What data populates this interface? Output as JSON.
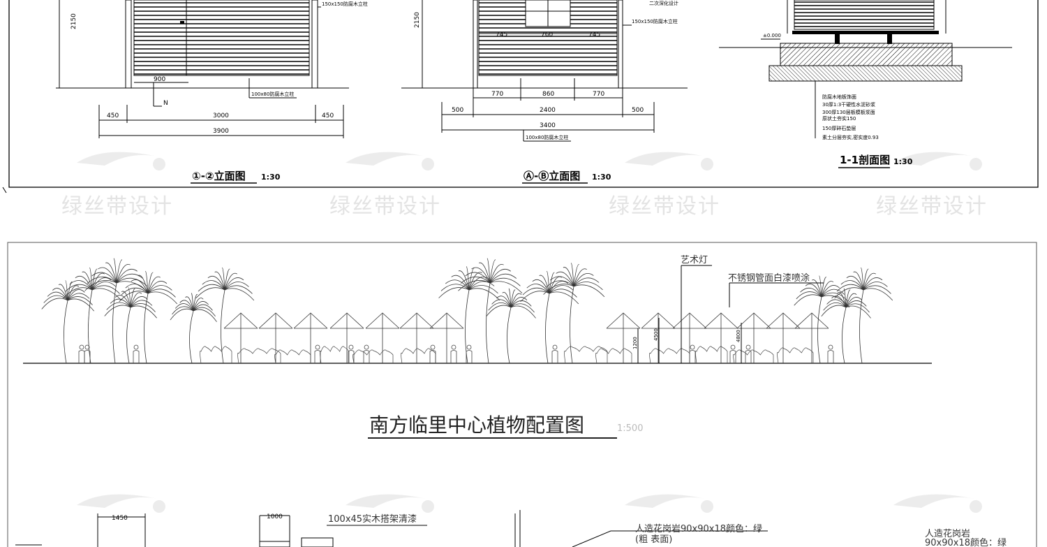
{
  "elevation_12": {
    "height_2150": "2150",
    "timber_150": "150x150防腐木立柱",
    "dim_900": "900",
    "post_100": "100x80防腐木立柱",
    "mark_n": "N",
    "dims": [
      "450",
      "3000",
      "450"
    ],
    "total": "3900",
    "title": "①-②立面图",
    "scale": "1:30"
  },
  "elevation_ab": {
    "height_2150": "2150",
    "roof_note": "二次深化设计",
    "timber_150": "150x150防腐木立柱",
    "top_dims": [
      "745",
      "760",
      "745"
    ],
    "mid_dims": [
      "770",
      "860",
      "770"
    ],
    "dims": [
      "500",
      "2400",
      "500"
    ],
    "total": "3400",
    "post_100": "100x80防腐木立柱",
    "title": "Ⓐ-Ⓑ立面图",
    "scale": "1:30"
  },
  "section_11": {
    "level": "±0.000",
    "layers": [
      "防腐木地板饰面",
      "30厚1:3干硬性水泥砂浆",
      "300厚130层板模板浆面",
      "原状土夯实150",
      "150厚碎石垫层",
      "素土分层夯实,密实度0.93"
    ],
    "title": "1-1剖面图",
    "scale": "1:30"
  },
  "planting": {
    "lamp_label": "艺术灯",
    "pipe_label": "不锈钢管面白漆喷涂",
    "h1": "1200",
    "h2": "4500",
    "h3": "4800",
    "title": "南方临里中心植物配置图",
    "scale": "1:500"
  },
  "bottom": {
    "dim_1450": "1450",
    "dim_1000": "1000",
    "timber_note": "100x45实木搭架清漆",
    "granite1_line1": "人造花岗岩90x90x18颜色：绿",
    "granite1_line2": "(粗  表面)",
    "granite2_line1": "人造花岗岩",
    "granite2_line2": "90x90x18颜色：绿"
  },
  "watermark": "绿丝带设计"
}
